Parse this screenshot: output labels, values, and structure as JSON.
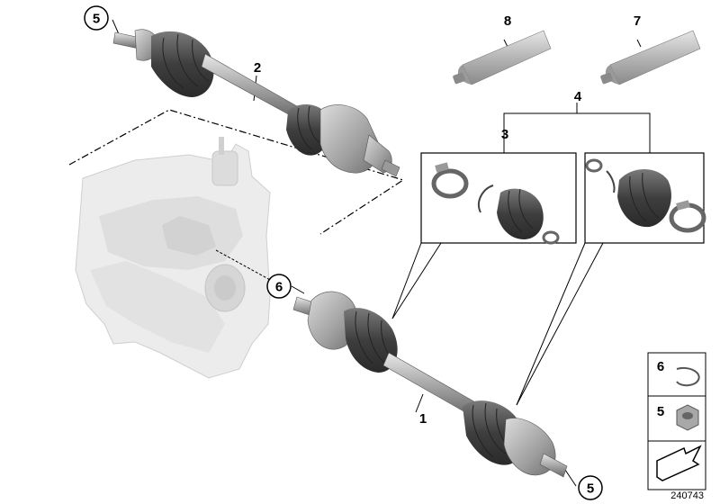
{
  "parts": [
    {
      "callout": "1",
      "name": "front-left-output-shaft"
    },
    {
      "callout": "2",
      "name": "front-right-output-shaft"
    },
    {
      "callout": "3",
      "name": "repair-kit-bellows-interior"
    },
    {
      "callout": "4",
      "name": "repair-kit-bellows-exterior"
    },
    {
      "callout": "5",
      "name": "collar-nut"
    },
    {
      "callout": "6",
      "name": "snap-ring"
    },
    {
      "callout": "7",
      "name": "grease-tube-7"
    },
    {
      "callout": "8",
      "name": "grease-tube-8"
    }
  ],
  "labels": {
    "part1": "1",
    "part2": "2",
    "part3": "3",
    "part4": "4",
    "part5_top": "5",
    "part5_bottom": "5",
    "part6_main": "6",
    "part7": "7",
    "part8": "8",
    "legend6": "6",
    "legend5": "5"
  },
  "document_number": "240743",
  "colors": {
    "line": "#000000",
    "rubber_boot": "#4a4a4a",
    "metal": "#b8b8b8",
    "transmission": "#e6e6e6"
  },
  "icons": [
    "snap-ring-icon",
    "collar-nut-icon",
    "arrow-icon"
  ]
}
